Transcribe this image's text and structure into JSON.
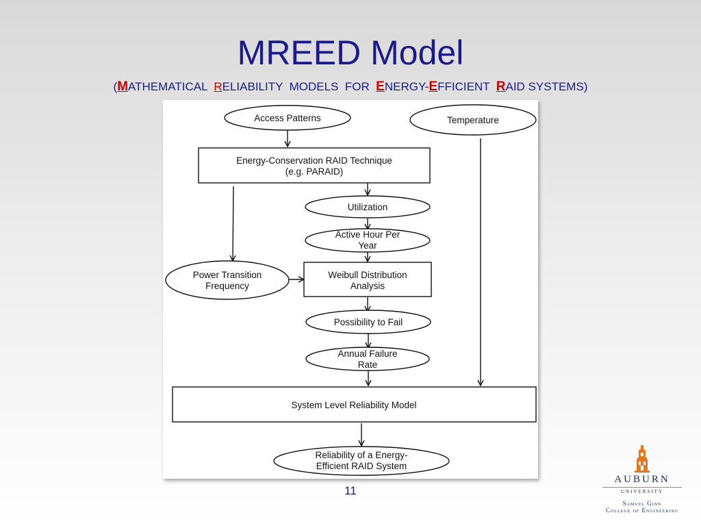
{
  "slide": {
    "title": "MREED Model",
    "subtitle": {
      "open": "(",
      "m": "M",
      "athematical": "ATHEMATICAL  ",
      "r1": "R",
      "eliability": "ELIABILITY  MODELS  FOR  ",
      "e1": "E",
      "nergy": "NERGY-",
      "e2": "E",
      "fficient": "FFICIENT  ",
      "r2": "R",
      "aid": "AID SYSTEMS)"
    },
    "page_number": "11",
    "colors": {
      "title": "#1a1a8c",
      "highlight": "#cc0000",
      "logo_orange": "#e07a1f"
    }
  },
  "diagram": {
    "nodes": {
      "access_patterns": [
        "Access Patterns"
      ],
      "temperature": [
        "Temperature"
      ],
      "technique": [
        "Energy-Conservation RAID Technique",
        "(e.g. PARAID)"
      ],
      "utilization": [
        "Utilization"
      ],
      "active_hour": [
        "Active Hour Per",
        "Year"
      ],
      "power_transition": [
        "Power Transition",
        "Frequency"
      ],
      "weibull": [
        "Weibull Distribution",
        "Analysis"
      ],
      "possibility": [
        "Possibility to Fail"
      ],
      "afr": [
        "Annual Failure",
        "Rate"
      ],
      "system_level": [
        "System Level Reliability Model"
      ],
      "reliability": [
        "Reliability of a Energy-",
        "Efficient RAID System"
      ]
    }
  },
  "logo": {
    "name": "AUBURN",
    "university": "UNIVERSITY",
    "line1": "Samuel Ginn",
    "line2": "College of Engineering",
    "icon": "auburn-tower-icon"
  }
}
